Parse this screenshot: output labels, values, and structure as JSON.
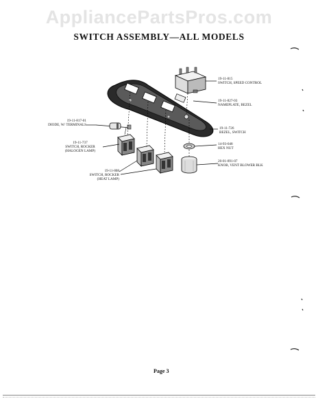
{
  "watermark": "AppliancePartsPros.com",
  "title": "SWITCH ASSEMBLY—ALL MODELS",
  "page_label": "Page 3",
  "parts": [
    {
      "id": "switch-speed-control",
      "number": "19-11-815",
      "name": "SWITCH, SPEED CONTROL",
      "extra": ""
    },
    {
      "id": "nameplate-bezel",
      "number": "19-11-827-03",
      "name": "NAMEPLATE, BEZEL",
      "extra": ""
    },
    {
      "id": "diode",
      "number": "19-11-817-01",
      "name": "DIODE, W/ TERMINALS",
      "extra": ""
    },
    {
      "id": "bezel-switch",
      "number": "19-11-726",
      "name": "BEZEL, SWITCH",
      "extra": ""
    },
    {
      "id": "hex-nut",
      "number": "14-93-048",
      "name": "HEX NUT",
      "extra": ""
    },
    {
      "id": "switch-rocker-halogen",
      "number": "19-11-737",
      "name": "SWITCH, ROCKER",
      "extra": "(HALOGEN LAMP)"
    },
    {
      "id": "knob-vent-blower",
      "number": "20-01-891-07",
      "name": "KNOB, VENT BLOWER BLK",
      "extra": ""
    },
    {
      "id": "switch-rocker-heat",
      "number": "19-11-808",
      "name": "SWITCH, ROCKER",
      "extra": "(HEAT LAMP)"
    }
  ],
  "colors": {
    "ink": "#111111",
    "watermark": "#e4e4e4"
  }
}
